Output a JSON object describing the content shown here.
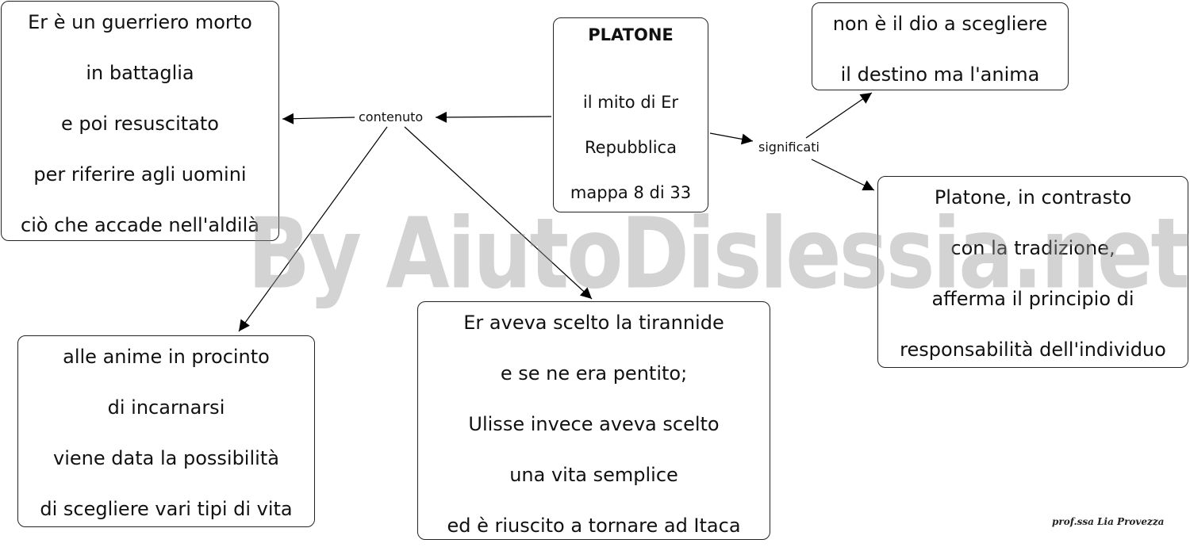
{
  "nodes": {
    "platone": {
      "title": "PLATONE",
      "lines": [
        "il mito di Er",
        "Repubblica",
        "mappa 8 di 33"
      ]
    },
    "er": {
      "lines": [
        "Er è un guerriero morto",
        "in battaglia",
        "e poi resuscitato",
        "per riferire agli uomini",
        "ciò che accade nell'aldilà"
      ]
    },
    "anime": {
      "lines": [
        "alle anime in procinto",
        "di incarnarsi",
        "viene data la possibilità",
        "di scegliere vari tipi di vita"
      ]
    },
    "tirannide": {
      "lines": [
        "Er aveva scelto la tirannide",
        "e se ne era pentito;",
        "Ulisse invece aveva scelto",
        "una vita semplice",
        "ed è riuscito a tornare ad Itaca"
      ]
    },
    "dio": {
      "lines": [
        "non è il dio a scegliere",
        "il destino ma l'anima"
      ]
    },
    "contrasto": {
      "lines": [
        "Platone, in contrasto",
        "con la tradizione,",
        "afferma il principio di",
        "responsabilità dell'individuo"
      ]
    }
  },
  "link_labels": {
    "contenuto": "contenuto",
    "significati": "significati"
  },
  "watermark": "By AiutoDislessia.net",
  "signature": "prof.ssa Lia Provezza"
}
